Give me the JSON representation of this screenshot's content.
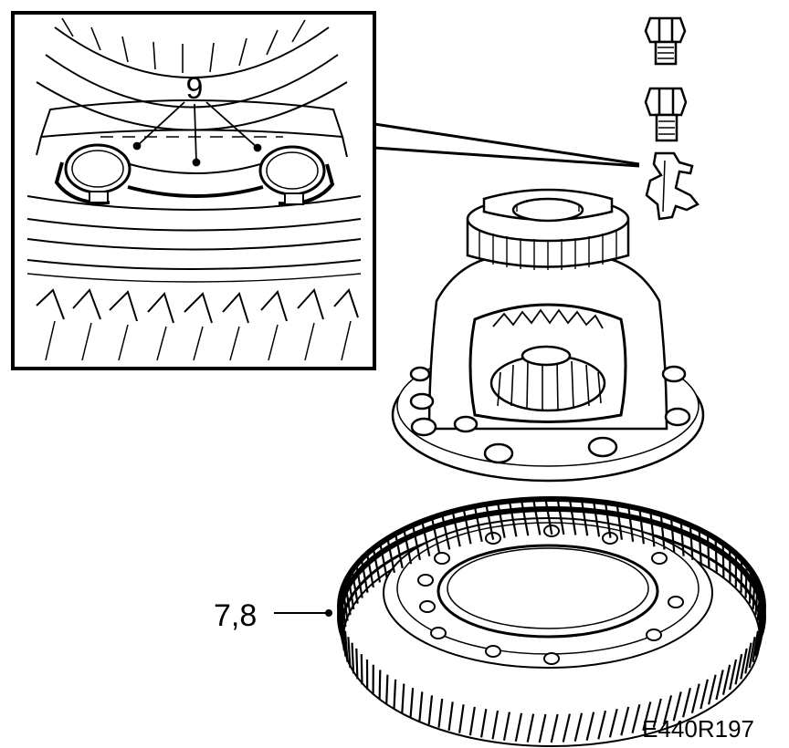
{
  "diagram": {
    "callouts": {
      "bearing_cap_label": "9",
      "crown_wheel_label": "7,8"
    },
    "reference_code": "E440R197",
    "line_color": "#000000",
    "background_color": "#ffffff"
  }
}
